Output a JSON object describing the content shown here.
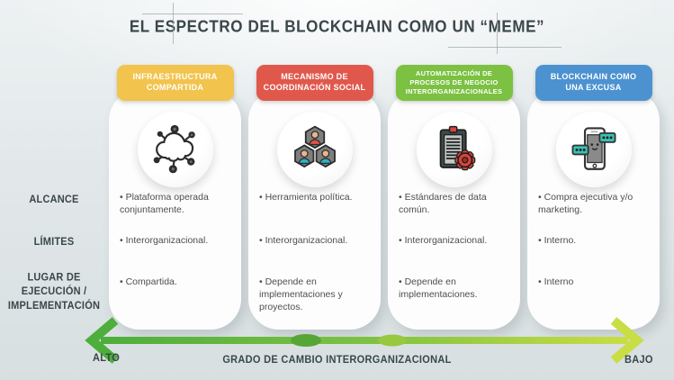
{
  "page": {
    "title": "EL ESPECTRO DEL BLOCKCHAIN COMO UN “MEME”"
  },
  "row_labels": {
    "alcance": "ALCANCE",
    "limites": "LÍMITES",
    "lugar": "LUGAR DE EJECUCIÓN / IMPLEMENTACIÓN"
  },
  "columns": [
    {
      "header": "INFRAESTRUCTURA COMPARTIDA",
      "color": "#F2C34D",
      "icon": "cloud-network-icon",
      "alcance": "Plataforma operada conjuntamente.",
      "limites": "Interorganizacional.",
      "lugar": "Compartida."
    },
    {
      "header": "MECANISMO DE COORDINACIÓN SOCIAL",
      "color": "#E0584C",
      "icon": "team-hexagons-icon",
      "alcance": "Herramienta política.",
      "limites": "Interorganizacional.",
      "lugar": "Depende en implementaciones y proyectos."
    },
    {
      "header": "AUTOMATIZACIÓN DE PROCESOS DE NEGOCIO INTERORGANIZACIONALES",
      "color": "#7CC142",
      "icon": "clipboard-gear-icon",
      "alcance": "Estándares de data común.",
      "limites": "Interorganizacional.",
      "lugar": "Depende en implementaciones."
    },
    {
      "header": "BLOCKCHAIN COMO UNA EXCUSA",
      "color": "#4C92D0",
      "icon": "phone-chat-icon",
      "alcance": "Compra ejecutiva y/o marketing.",
      "limites": "Interno.",
      "lugar": "Interno"
    }
  ],
  "axis": {
    "left": "ALTO",
    "right": "BAJO",
    "center": "GRADO DE CAMBIO INTERORGANIZACIONAL",
    "gradient_start": "#4DAE3B",
    "gradient_mid": "#7CC142",
    "gradient_end": "#C9DD45",
    "dot1_color": "#55A637",
    "dot2_color": "#97C83F"
  }
}
